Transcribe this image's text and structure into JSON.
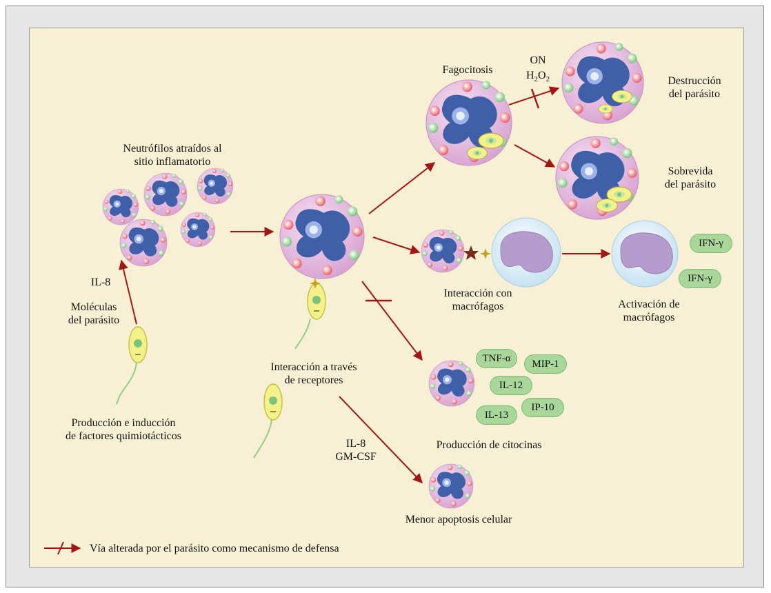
{
  "labels": {
    "neutrophils": [
      "Neutrófilos atraídos al",
      "sitio inflamatorio"
    ],
    "il8": "IL-8",
    "molecules": [
      "Moléculas",
      "del parásito"
    ],
    "production": [
      "Producción e inducción",
      "de factores quimiotácticos"
    ],
    "receptors": [
      "Interacción a través",
      "de receptores"
    ],
    "il8_gmcsf": [
      "IL-8",
      "GM-CSF"
    ],
    "apoptosis": "Menor apoptosis celular",
    "phagocytosis": "Fagocitosis",
    "on": "ON",
    "h2o2": "H2O2",
    "destruction": [
      "Destrucción",
      "del parásito"
    ],
    "survival": [
      "Sobrevida",
      "del parásito"
    ],
    "macro_interaction": [
      "Interacción con",
      "macrófagos"
    ],
    "macro_activation": [
      "Activación de",
      "macrófagos"
    ],
    "cytokine_production": "Producción de citocinas"
  },
  "cytokines": [
    "TNF-α",
    "MIP-1",
    "IL-12",
    "IP-10",
    "IL-13"
  ],
  "ifn": [
    "IFN-γ",
    "IFN-γ"
  ],
  "legend": "Vía alterada por el parásito como mecanismo de defensa",
  "colors": {
    "arrow": "#a31515",
    "background": "#f7f0d4",
    "cell": "#e6bce0",
    "nucleus": "#3f5fa8",
    "pill": "#a9d79a",
    "parasite": "#f4f08a",
    "macrophage": "#d7ecf6"
  }
}
